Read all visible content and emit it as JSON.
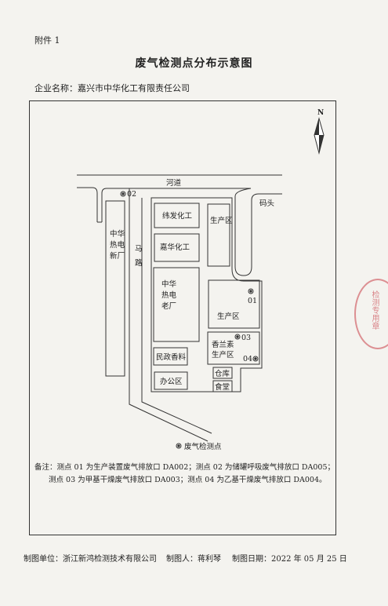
{
  "header": {
    "annex": "附件 1",
    "title": "废气检测点分布示意图",
    "company": "企业名称：嘉兴市中华化工有限责任公司"
  },
  "map": {
    "north": "N",
    "river": "河道",
    "dock": "码头",
    "road": "马路",
    "old_plant_left": [
      "中华",
      "热电",
      "新厂"
    ],
    "old_plant_inner": [
      "中华",
      "热电",
      "老厂"
    ],
    "weifa": "纬发化工",
    "jiahua": "嘉华化工",
    "production_top": "生产区",
    "production_mid": "生产区",
    "xianglansu": [
      "香兰素",
      "生产区"
    ],
    "minzheng": "民政香料",
    "warehouse": "仓库",
    "office": "办公区",
    "canteen": "食堂",
    "points": [
      "02",
      "01",
      "03",
      "04"
    ],
    "legend": "废气检测点"
  },
  "notes": {
    "line1": "备注：测点 01 为生产装置废气排放口 DA002；测点 02 为储罐呼吸废气排放口 DA005；",
    "line2": "测点 03 为甲基干燥废气排放口 DA003；测点 04 为乙基干燥废气排放口 DA004。"
  },
  "footer": {
    "maker": "制图单位：浙江新鸿检测技术有限公司",
    "person": "制图人：蒋利琴",
    "date": "制图日期：2022 年 05 月 25 日"
  },
  "stamp": "检测专用章",
  "colors": {
    "line": "#333333",
    "stamp": "#c83c46"
  }
}
